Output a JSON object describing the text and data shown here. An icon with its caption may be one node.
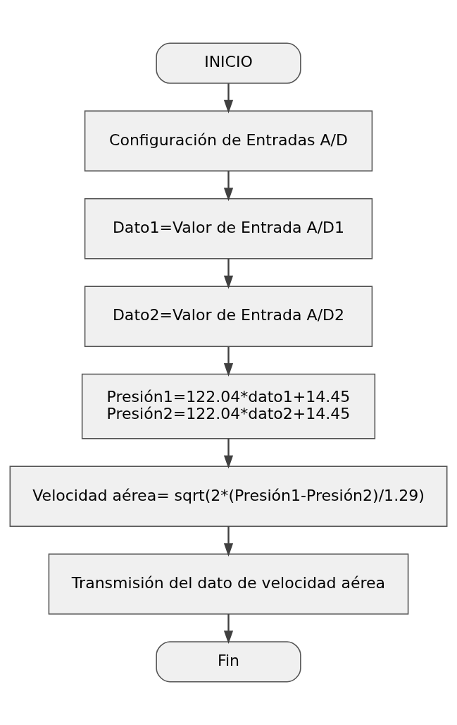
{
  "diagram": {
    "nodes": [
      {
        "text": [
          "INICIO"
        ]
      },
      {
        "text": [
          "Configuración de Entradas A/D"
        ]
      },
      {
        "text": [
          "Dato1=Valor de Entrada A/D1"
        ]
      },
      {
        "text": [
          "Dato2=Valor de Entrada A/D2"
        ]
      },
      {
        "text": [
          "Presión1=122.04*dato1+14.45",
          "Presión2=122.04*dato2+14.45"
        ]
      },
      {
        "text": [
          "Velocidad aérea= sqrt(2*(Presión1-Presión2)/1.29)"
        ]
      },
      {
        "text": [
          "Transmisión del dato de velocidad aérea"
        ]
      },
      {
        "text": [
          "Fin"
        ]
      }
    ],
    "edges": [
      {
        "from": 0,
        "to": 1,
        "arrow": "to"
      },
      {
        "from": 1,
        "to": 2,
        "arrow": "to"
      },
      {
        "from": 2,
        "to": 3,
        "arrow": "to"
      },
      {
        "from": 3,
        "to": 4,
        "arrow": "to"
      },
      {
        "from": 4,
        "to": 5,
        "arrow": "to"
      },
      {
        "from": 5,
        "to": 6,
        "arrow": "to"
      },
      {
        "from": 6,
        "to": 7,
        "arrow": "to"
      }
    ]
  }
}
